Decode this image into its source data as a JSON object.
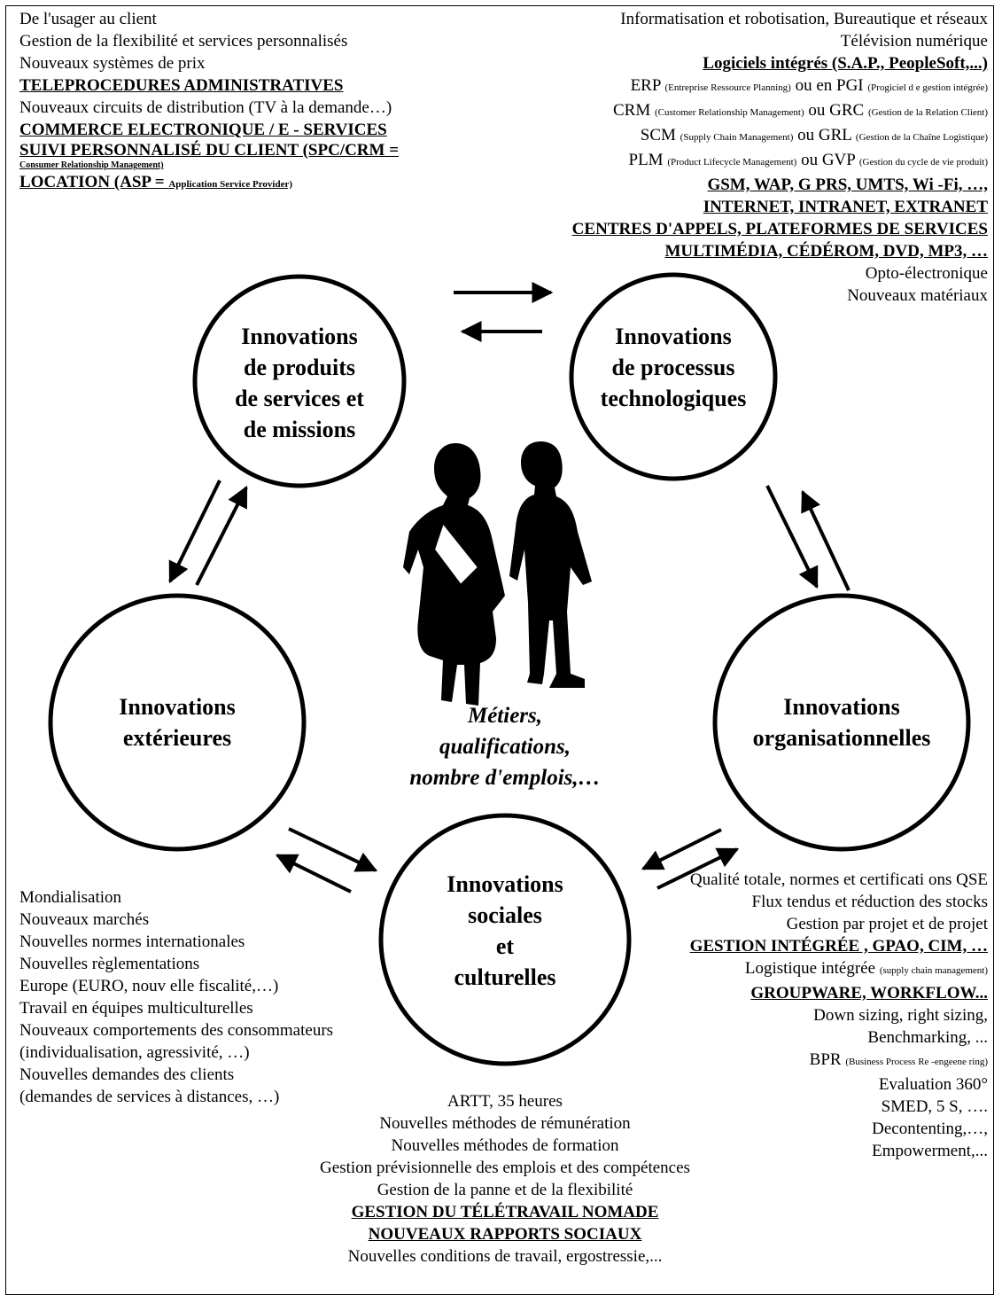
{
  "circles": {
    "products": [
      "Innovations",
      "de produits",
      "de services et",
      "de missions"
    ],
    "processes": [
      "Innovations",
      "de processus",
      "technologiques"
    ],
    "exterior": [
      "Innovations",
      "extérieures"
    ],
    "organisational": [
      "Innovations",
      "organisationnelles"
    ],
    "social": [
      "Innovations",
      "sociales",
      "et",
      "culturelles"
    ]
  },
  "center_text": [
    "Métiers,",
    "qualifications,",
    "nombre d'emplois,…"
  ],
  "top_left": {
    "l1": "De l'usager au client",
    "l2": "Gestion de la flexibilité et services personnalisés",
    "l3": "Nouveaux systèmes de prix",
    "l4": "TELEPROCEDURES ADMINISTRATIVES",
    "l5": "Nouveaux circuits de distribution  (TV à la demande…)",
    "l6": "COMMERCE ELECTRONIQUE / E  - SERVICES",
    "l7": "SUIVI PERSONNALISÉ DU CLIENT (SPC/CRM =",
    "l8": "Consumer Relationship Management)",
    "l9a": "LOCATION (ASP = ",
    "l9b": "Application Service Provider)"
  },
  "top_right": {
    "l1": "Informatisation et robotisation, Bureautique et réseaux",
    "l2": "Télévision numérique",
    "l3": "Logiciels intégrés (S.A.P., PeopleSoft,...)",
    "erp": [
      "ERP",
      "(Entreprise Ressource Planning)",
      "ou en PGI",
      "(Progiciel d e gestion intégrée)"
    ],
    "crm": [
      "CRM",
      "(Customer Relationship Management)",
      "ou GRC",
      "(Gestion de la Relation Client)"
    ],
    "scm": [
      "SCM",
      "(Supply Chain Management)",
      "ou GRL",
      "(Gestion de la Chaîne Logistique)"
    ],
    "plm": [
      "PLM",
      "(Product Lifecycle Management)",
      "ou GVP",
      "(Gestion du cycle de vie produit)"
    ],
    "l8": "GSM, WAP, G PRS, UMTS, Wi -Fi, …,",
    "l9": "INTERNET, INTRANET, EXTRANET",
    "l10": "CENTRES D'APPELS, PLATEFORMES DE SERVICES",
    "l11": "MULTIMÉDIA, CÉDÉROM, DVD, MP3, …",
    "l12": "Opto-électronique",
    "l13": "Nouveaux matériaux"
  },
  "bottom_left": [
    "Mondialisation",
    "Nouveaux marchés",
    "Nouvelles normes internationales",
    "Nouvelles règlementations",
    "Europe (EURO, nouv elle fiscalité,…)",
    "Travail en équipes multiculturelles",
    "Nouveaux comportements des consommateurs",
    "(individualisation, agressivité, …)",
    "Nouvelles demandes des clients",
    "(demandes de services à distances, …)"
  ],
  "bottom_center": {
    "l1": "ARTT, 35 heures",
    "l2": "Nouvelles méthodes de rémunération",
    "l3": "Nouvelles méthodes de formation",
    "l4": "Gestion prévisionnelle des emplois et  des compétences",
    "l5": "Gestion de la panne et de la flexibilité",
    "l6": "GESTION DU TÉLÉTRAVAIL NOMADE",
    "l7": "NOUVEAUX RAPPORTS SOCIAUX",
    "l8": "Nouvelles conditions de travail, ergostressie,..."
  },
  "bottom_right": {
    "l1": "Qualité totale, normes et certificati ons QSE",
    "l2": "Flux tendus et réduction des stocks",
    "l3": "Gestion par projet et de projet",
    "l4": "GESTION INTÉGRÉE , GPAO, CIM, …",
    "l5a": "Logistique intégrée ",
    "l5b": "(supply chain management)",
    "l6": "GROUPWARE, WORKFLOW...",
    "l7": "Down sizing, right sizing,",
    "l8": "Benchmarking, ...",
    "l9a": "BPR ",
    "l9b": "(Business Process Re -engeene ring)",
    "l10": "Evaluation 360°",
    "l11": "SMED, 5 S, ….",
    "l12": "Decontenting,…,",
    "l13": "Empowerment,..."
  }
}
